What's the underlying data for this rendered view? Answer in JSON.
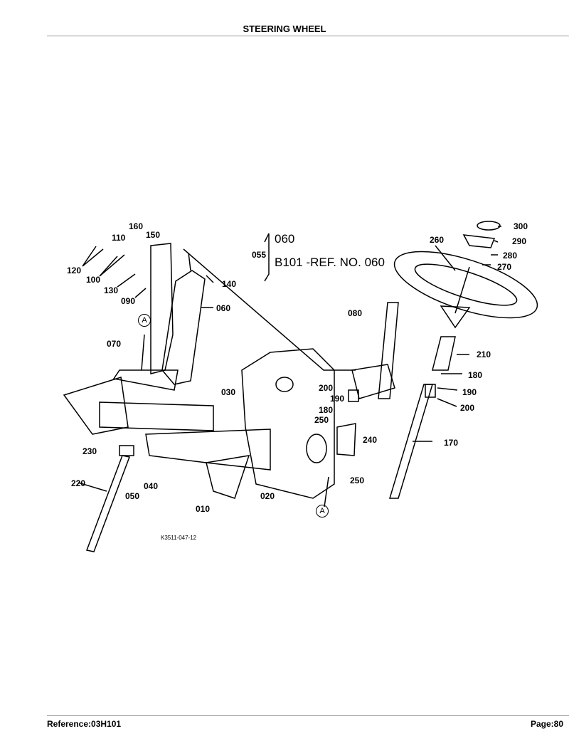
{
  "header": {
    "title": "STEERING WHEEL"
  },
  "footer": {
    "reference": "Reference:03H101",
    "page": "Page:80"
  },
  "diagram": {
    "figure_code": "K3511-047-12",
    "reference_note": {
      "group": "055",
      "line1": "060",
      "line2": "B101 -REF. NO. 060"
    },
    "callouts": [
      "160",
      "110",
      "150",
      "120",
      "100",
      "130",
      "090",
      "140",
      "060",
      "070",
      "080",
      "260",
      "300",
      "290",
      "280",
      "270",
      "210",
      "180",
      "190",
      "200",
      "200",
      "190",
      "180",
      "250",
      "240",
      "170",
      "250",
      "030",
      "230",
      "220",
      "050",
      "040",
      "010",
      "020"
    ],
    "markers": [
      "A",
      "A"
    ]
  }
}
